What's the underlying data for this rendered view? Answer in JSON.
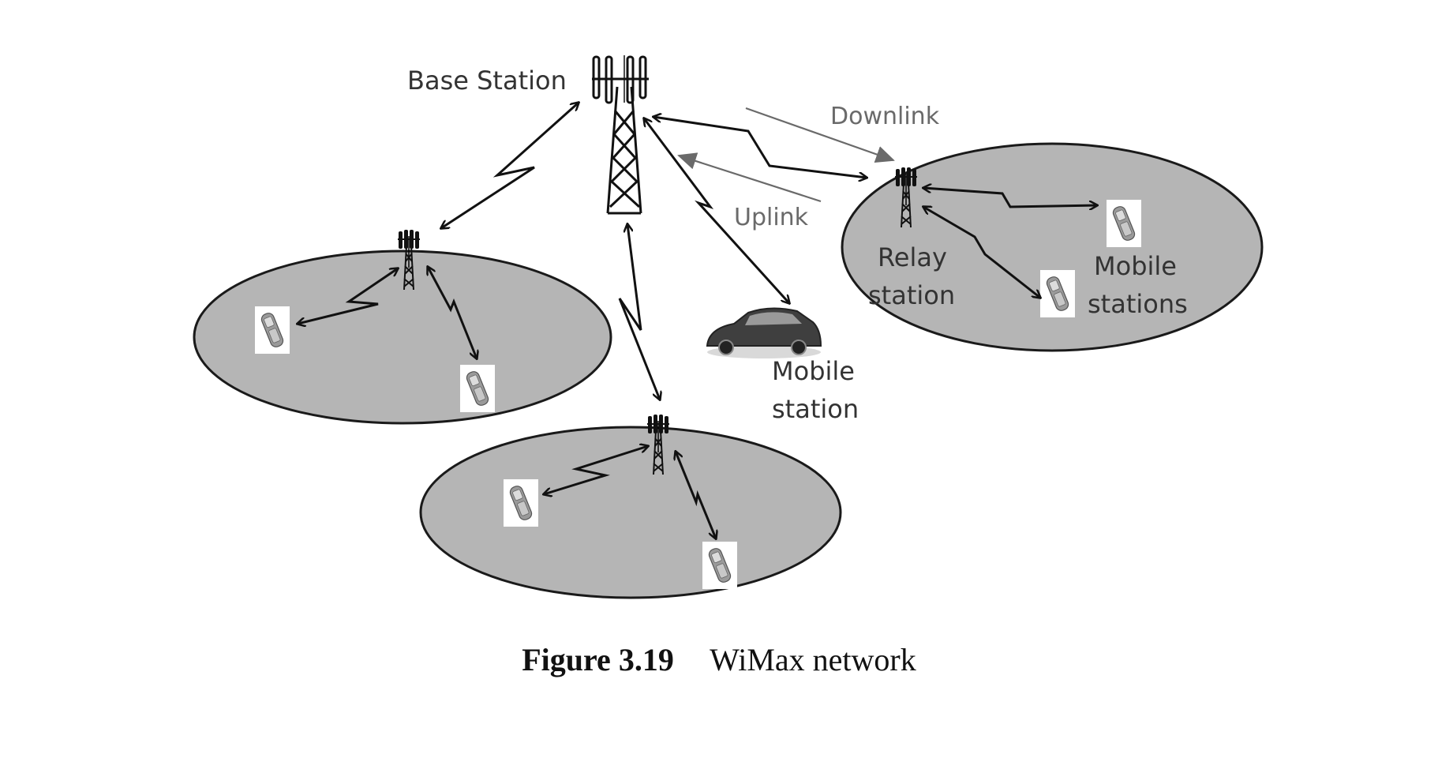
{
  "labels": {
    "base_station": "Base Station",
    "downlink": "Downlink",
    "uplink": "Uplink",
    "relay_line1": "Relay",
    "relay_line2": "station",
    "mobile_stations_line1": "Mobile",
    "mobile_stations_line2": "stations",
    "mobile_station_line1": "Mobile",
    "mobile_station_line2": "station"
  },
  "caption": {
    "number": "Figure 3.19",
    "text": "WiMax network"
  },
  "icons": {
    "tower": "cell-tower-icon",
    "phone": "mobile-phone-icon",
    "car": "car-icon",
    "link": "zigzag-radio-link-icon"
  },
  "colors": {
    "cell_fill": "#b5b5b5",
    "outline": "#1a1a1a",
    "link": "#111111",
    "flow_arrow": "#6a6a6a"
  }
}
